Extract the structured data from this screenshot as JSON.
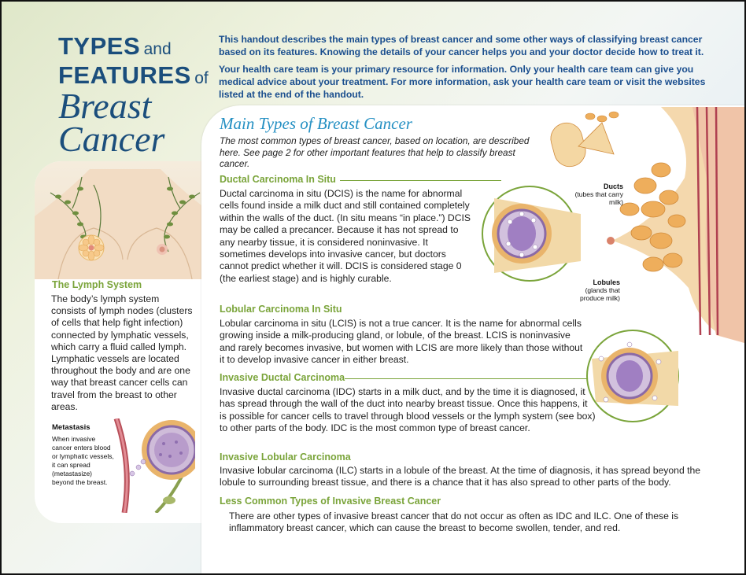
{
  "title": {
    "line1_bold": "TYPES",
    "line1_small": "and",
    "line2_bold": "FEATURES",
    "line2_small": "of",
    "line3": "Breast",
    "line4": "Cancer"
  },
  "intro": {
    "p1": "This handout describes the main types of breast cancer and some other ways of classifying breast cancer based on its features. Knowing the details of your cancer helps you and your doctor decide how to treat it.",
    "p2": "Your health care team is your primary resource for information. Only your health care team can give you medical advice about your treatment. For more information, ask your health care team or visit the websites listed at the end of the handout."
  },
  "lymph": {
    "heading": "The Lymph System",
    "body": "The body’s lymph system consists of lymph nodes (clusters of cells that help fight infection) connected by lymphatic vessels, which carry a fluid called lymph. Lymphatic vessels are located throughout the body and are one way that breast cancer cells can travel from the breast to other areas.",
    "meta_heading": "Metastasis",
    "meta_body": "When invasive cancer enters blood or lymphatic vessels, it can spread (metastasize) beyond the breast."
  },
  "main": {
    "title": "Main Types of Breast Cancer",
    "subtitle": "The most common types of breast cancer, based on location, are described here. See page 2 for other important features that help to classify breast cancer.",
    "sections": [
      {
        "heading": "Ductal Carcinoma In Situ",
        "body": "Ductal carcinoma in situ (DCIS) is the name for abnormal cells found inside a milk duct and still contained completely within the walls of the duct. (In situ means “in place.”) DCIS may be called a precancer. Because it has not spread to any nearby tissue, it is considered noninvasive. It sometimes develops into invasive cancer, but doctors cannot predict whether it will. DCIS is considered stage 0 (the earliest stage) and is highly curable."
      },
      {
        "heading": "Lobular Carcinoma In Situ",
        "body": "Lobular carcinoma in situ (LCIS) is not a true cancer. It is the name for abnormal cells growing inside a milk-producing gland, or lobule, of the breast. LCIS is noninvasive and rarely becomes invasive, but women with LCIS are more likely than those without it to develop invasive cancer in either breast."
      },
      {
        "heading": "Invasive Ductal Carcinoma",
        "body": "Invasive ductal carcinoma (IDC) starts in a milk duct, and by the time it is diagnosed, it has spread through the wall of the duct into nearby breast tissue. Once this happens, it is possible for cancer cells to travel through blood vessels or the lymph system (see box) to other parts of the body. IDC is the most common type of breast cancer."
      },
      {
        "heading": "Invasive Lobular Carcinoma",
        "body": "Invasive lobular carcinoma (ILC) starts in a lobule of the breast. At the time of diagnosis, it has spread beyond the lobule to surrounding breast tissue, and there is a chance that it has also spread to other parts of the body."
      },
      {
        "heading": "Less Common Types of Invasive Breast Cancer",
        "body": "There are other types of invasive breast cancer that do not occur as often as IDC and ILC. One of these is inflammatory breast cancer, which can cause the breast to become swollen, tender, and red."
      }
    ]
  },
  "figure": {
    "ducts_label": "Ducts",
    "ducts_sub": "(tubes that carry milk)",
    "lobules_label": "Lobules",
    "lobules_sub": "(glands that produce milk)"
  },
  "colors": {
    "title": "#1b4e7c",
    "intro": "#1a4e8e",
    "heading": "#7aa43a",
    "main_title": "#2590c3"
  }
}
